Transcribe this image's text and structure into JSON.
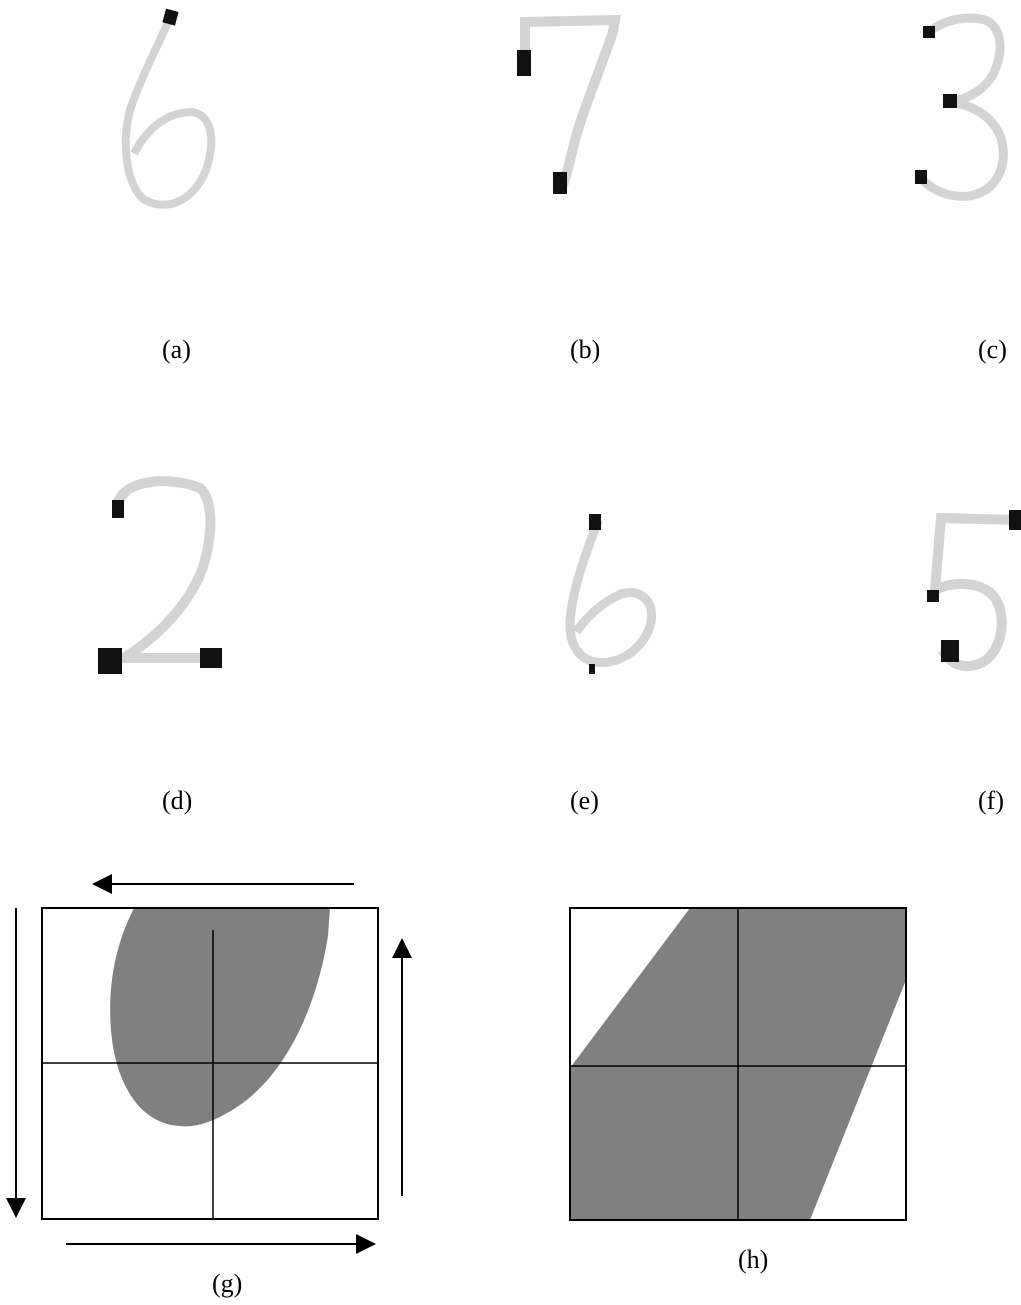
{
  "colors": {
    "stroke_gray": "#d3d3d3",
    "endpoint_black": "#111111",
    "region_gray": "#808080",
    "line": "#000000"
  },
  "panels": {
    "a": {
      "caption": "(a)",
      "digit": "6"
    },
    "b": {
      "caption": "(b)",
      "digit": "7"
    },
    "c": {
      "caption": "(c)",
      "digit": "3"
    },
    "d": {
      "caption": "(d)",
      "digit": "2"
    },
    "e": {
      "caption": "(e)",
      "digit": "6"
    },
    "f": {
      "caption": "(f)",
      "digit": "5"
    },
    "g": {
      "caption": "(g)"
    },
    "h": {
      "caption": "(h)"
    }
  }
}
